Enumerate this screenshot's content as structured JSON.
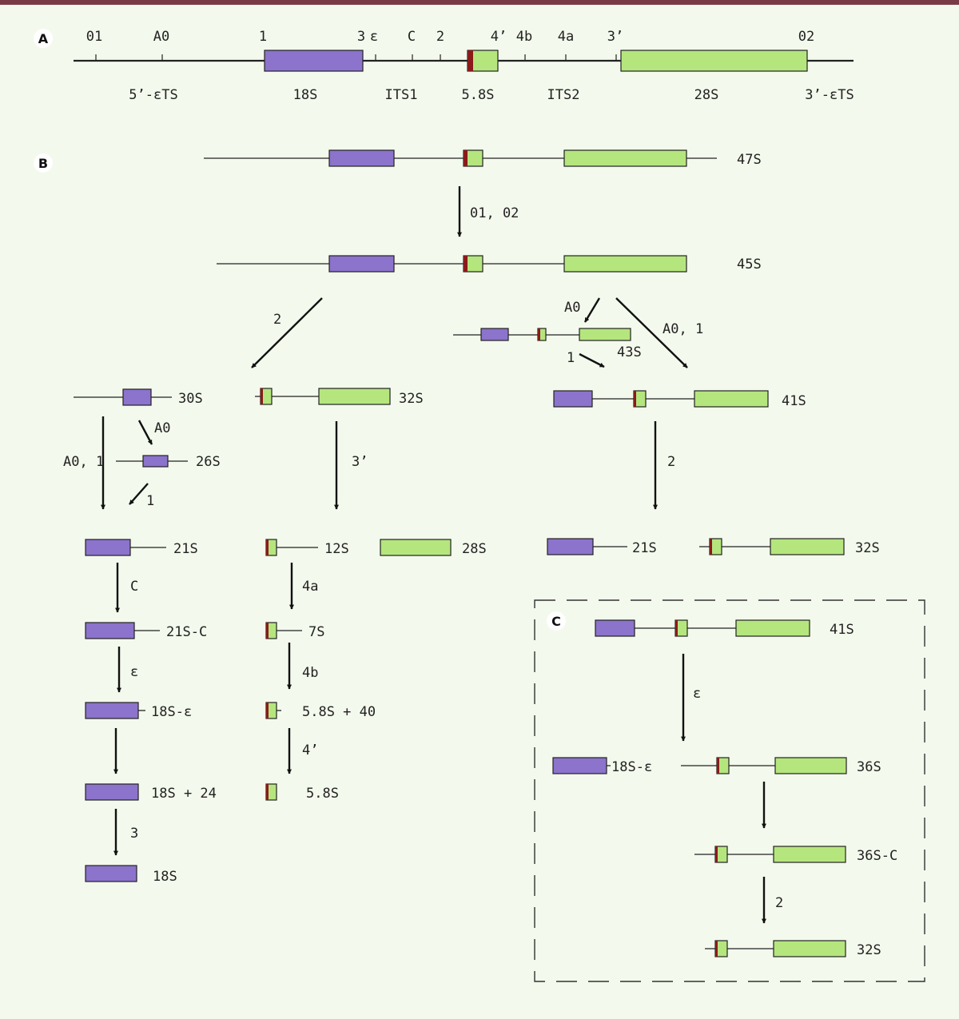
{
  "colors": {
    "purple": "#8c73cc",
    "green": "#b5e67e",
    "red": "#8b1a1a",
    "background": "#f3f9ec",
    "rule": "#7b3b46"
  },
  "panels": {
    "a": "A",
    "b": "B",
    "c": "C"
  },
  "map": {
    "sites": [
      {
        "id": "site-01",
        "label": "01"
      },
      {
        "id": "site-a0",
        "label": "A0"
      },
      {
        "id": "site-1",
        "label": "1"
      },
      {
        "id": "site-3",
        "label": "3"
      },
      {
        "id": "site-e",
        "label": "ɛ"
      },
      {
        "id": "site-c",
        "label": "C"
      },
      {
        "id": "site-2",
        "label": "2"
      },
      {
        "id": "site-4prime",
        "label": "4’"
      },
      {
        "id": "site-4b",
        "label": "4b"
      },
      {
        "id": "site-4a",
        "label": "4a"
      },
      {
        "id": "site-3prime",
        "label": "3’"
      },
      {
        "id": "site-02",
        "label": "02"
      }
    ],
    "regions": [
      {
        "id": "region-5ets",
        "label": "5’-ɛTS"
      },
      {
        "id": "region-18s",
        "label": "18S"
      },
      {
        "id": "region-its1",
        "label": "ITS1"
      },
      {
        "id": "region-5-8s",
        "label": "5.8S"
      },
      {
        "id": "region-its2",
        "label": "ITS2"
      },
      {
        "id": "region-28s",
        "label": "28S"
      },
      {
        "id": "region-3ets",
        "label": "3’-ɛTS"
      }
    ]
  },
  "molecules": {
    "p47s": "47S",
    "p45s": "45S",
    "p43s": "43S",
    "p41s": "41S",
    "p30s": "30S",
    "p32s": "32S",
    "p26s": "26S",
    "p21s_left": "21S",
    "p12s": "12S",
    "p28s": "28S",
    "p21s_right": "21S",
    "p32s_right": "32S",
    "p21s_c": "21S-C",
    "p7s": "7S",
    "p18s_e": "18S-ɛ",
    "p5_8s_40": "5.8S + 40",
    "p18s_24": "18S + 24",
    "p5_8s": "5.8S",
    "p18s": "18S",
    "c41s": "41S",
    "c18s_e": "18S-ɛ",
    "c36s": "36S",
    "c36s_c": "36S-C",
    "c32s": "32S"
  },
  "steps": {
    "s47_45": "01, 02",
    "s45_30": "2",
    "s45_43": "A0",
    "s43_41": "1",
    "s45_41": "A0, 1",
    "s30_26": "A0",
    "s30_21": "A0, 1",
    "s26_21": "1",
    "s32_12": "3’",
    "s41_21": "2",
    "s21_21c": "C",
    "s12_7": "4a",
    "s21c_18e": "ɛ",
    "s7_58": "4b",
    "s58_final": "4’",
    "s18_final": "3",
    "c41_36": "ɛ",
    "c36c_32": "2"
  }
}
